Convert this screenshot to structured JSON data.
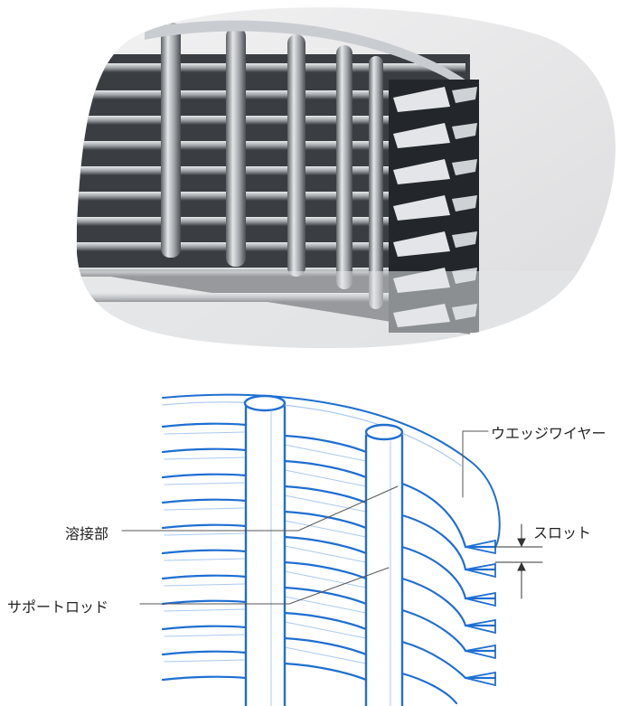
{
  "labels": {
    "wedge_wire": "ウエッジワイヤー",
    "slot": "スロット",
    "weld": "溶接部",
    "support_rod": "サポートロッド"
  },
  "colors": {
    "diagram_line": "#1f6fd1",
    "diagram_light": "#a9c9f0",
    "photo_bg": "#e9e9ea",
    "metal_dark": "#2a2d31",
    "metal_light": "#d9dcdf"
  }
}
